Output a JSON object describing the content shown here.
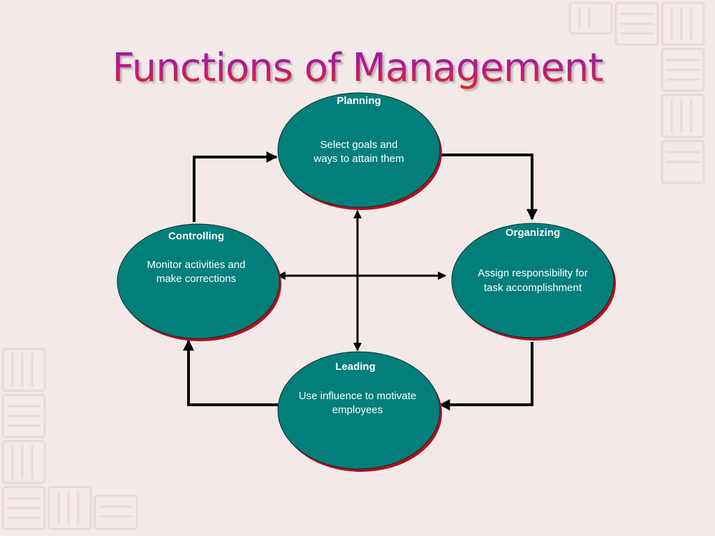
{
  "slide": {
    "title": "Functions of Management"
  },
  "colors": {
    "background": "#f3e9e9",
    "node_fill": "#037f7b",
    "node_shadow": "#b3101c",
    "arrow": "#000000",
    "text": "#ffffff"
  },
  "nodes": {
    "planning": {
      "heading": "Planning",
      "line1": "Select goals and",
      "line2": "ways to attain them"
    },
    "organizing": {
      "heading": "Organizing",
      "line1": "Assign responsibility for",
      "line2": "task accomplishment"
    },
    "leading": {
      "heading": "Leading",
      "line1": "Use influence to motivate",
      "line2": "employees"
    },
    "controlling": {
      "heading": "Controlling",
      "line1": "Monitor activities and",
      "line2": "make corrections"
    }
  }
}
